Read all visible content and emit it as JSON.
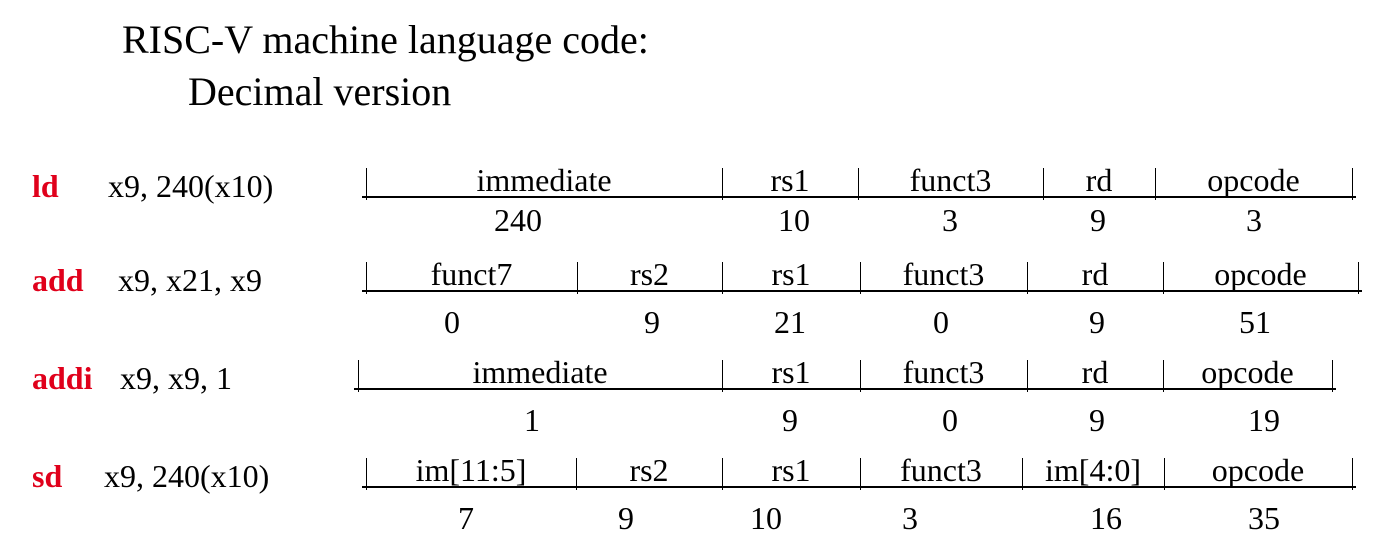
{
  "title": {
    "line1": "RISC-V machine language code:",
    "line2": "Decimal version"
  },
  "colors": {
    "mnemonic": "#e0001b",
    "text": "#000000",
    "background": "#ffffff"
  },
  "instructions": [
    {
      "mnemonic": "ld",
      "operands": "x9, 240(x10)",
      "fields": [
        {
          "label": "immediate",
          "value": "240"
        },
        {
          "label": "rs1",
          "value": "10"
        },
        {
          "label": "funct3",
          "value": "3"
        },
        {
          "label": "rd",
          "value": "9"
        },
        {
          "label": "opcode",
          "value": "3"
        }
      ]
    },
    {
      "mnemonic": "add",
      "operands": "x9, x21, x9",
      "fields": [
        {
          "label": "funct7",
          "value": "0"
        },
        {
          "label": "rs2",
          "value": "9"
        },
        {
          "label": "rs1",
          "value": "21"
        },
        {
          "label": "funct3",
          "value": "0"
        },
        {
          "label": "rd",
          "value": "9"
        },
        {
          "label": "opcode",
          "value": "51"
        }
      ]
    },
    {
      "mnemonic": "addi",
      "operands": "x9, x9, 1",
      "fields": [
        {
          "label": "immediate",
          "value": "1"
        },
        {
          "label": "rs1",
          "value": "9"
        },
        {
          "label": "funct3",
          "value": "0"
        },
        {
          "label": "rd",
          "value": "9"
        },
        {
          "label": "opcode",
          "value": "19"
        }
      ]
    },
    {
      "mnemonic": "sd",
      "operands": "x9, 240(x10)",
      "fields": [
        {
          "label": "im[11:5]",
          "value": "7"
        },
        {
          "label": "rs2",
          "value": "9"
        },
        {
          "label": "rs1",
          "value": "10"
        },
        {
          "label": "funct3",
          "value": "3"
        },
        {
          "label": "im[4:0]",
          "value": "16"
        },
        {
          "label": "opcode",
          "value": "35"
        }
      ]
    }
  ]
}
